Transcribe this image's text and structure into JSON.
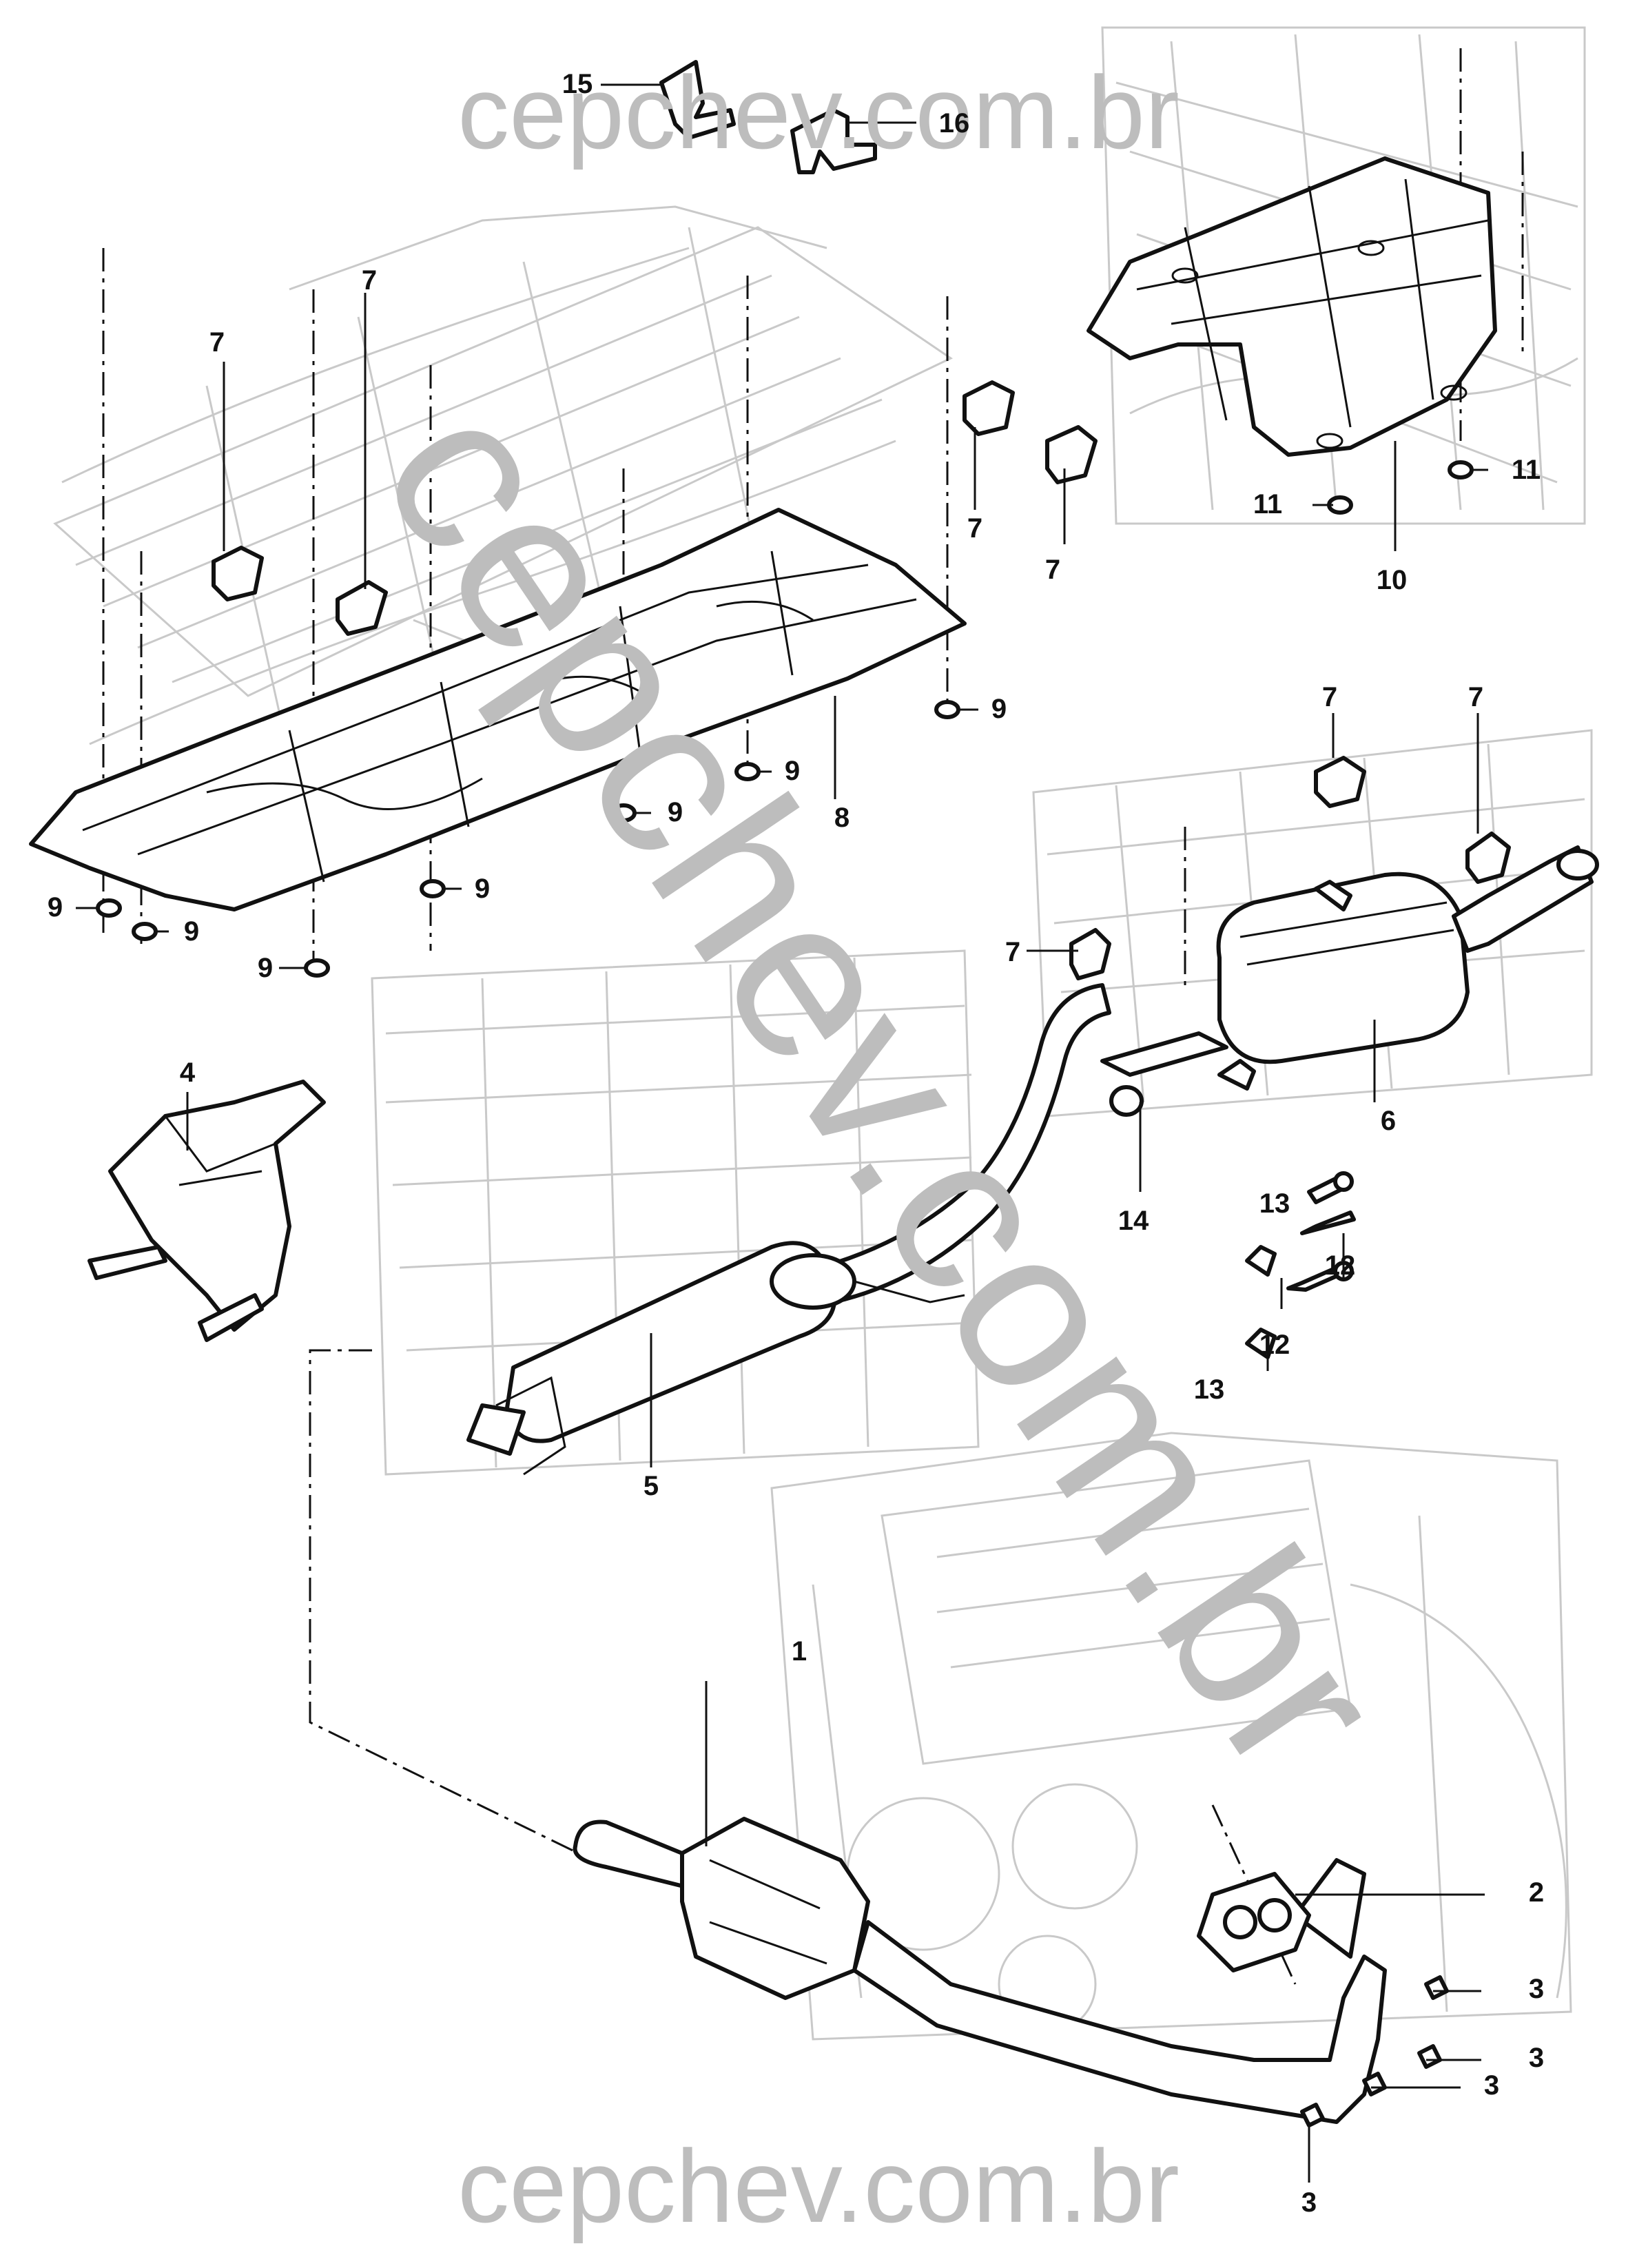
{
  "watermarks": {
    "top": "cepchev.com.br",
    "bottom": "cepchev.com.br",
    "diagonal": "cepchev.com.br"
  },
  "callouts": [
    {
      "id": "c1",
      "label": "1"
    },
    {
      "id": "c2",
      "label": "2"
    },
    {
      "id": "c3a",
      "label": "3"
    },
    {
      "id": "c3b",
      "label": "3"
    },
    {
      "id": "c3c",
      "label": "3"
    },
    {
      "id": "c3d",
      "label": "3"
    },
    {
      "id": "c4",
      "label": "4"
    },
    {
      "id": "c5",
      "label": "5"
    },
    {
      "id": "c6",
      "label": "6"
    },
    {
      "id": "c7a",
      "label": "7"
    },
    {
      "id": "c7b",
      "label": "7"
    },
    {
      "id": "c7c",
      "label": "7"
    },
    {
      "id": "c7d",
      "label": "7"
    },
    {
      "id": "c7e",
      "label": "7"
    },
    {
      "id": "c7f",
      "label": "7"
    },
    {
      "id": "c7g",
      "label": "7"
    },
    {
      "id": "c8",
      "label": "8"
    },
    {
      "id": "c9a",
      "label": "9"
    },
    {
      "id": "c9b",
      "label": "9"
    },
    {
      "id": "c9c",
      "label": "9"
    },
    {
      "id": "c9d",
      "label": "9"
    },
    {
      "id": "c9e",
      "label": "9"
    },
    {
      "id": "c9f",
      "label": "9"
    },
    {
      "id": "c9g",
      "label": "9"
    },
    {
      "id": "c10",
      "label": "10"
    },
    {
      "id": "c11a",
      "label": "11"
    },
    {
      "id": "c11b",
      "label": "11"
    },
    {
      "id": "c12a",
      "label": "12"
    },
    {
      "id": "c12b",
      "label": "12"
    },
    {
      "id": "c13a",
      "label": "13"
    },
    {
      "id": "c13b",
      "label": "13"
    },
    {
      "id": "c14",
      "label": "14"
    },
    {
      "id": "c15",
      "label": "15"
    },
    {
      "id": "c16",
      "label": "16"
    }
  ]
}
